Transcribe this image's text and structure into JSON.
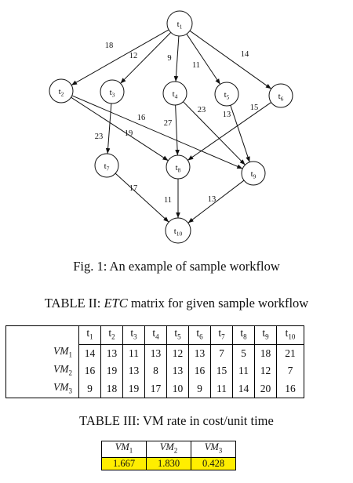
{
  "figure": {
    "nodes": [
      {
        "id": "t1",
        "base": "t",
        "sub": "1"
      },
      {
        "id": "t2",
        "base": "t",
        "sub": "2"
      },
      {
        "id": "t3",
        "base": "t",
        "sub": "3"
      },
      {
        "id": "t4",
        "base": "t",
        "sub": "4"
      },
      {
        "id": "t5",
        "base": "t",
        "sub": "5"
      },
      {
        "id": "t6",
        "base": "t",
        "sub": "6"
      },
      {
        "id": "t7",
        "base": "t",
        "sub": "7"
      },
      {
        "id": "t8",
        "base": "t",
        "sub": "8"
      },
      {
        "id": "t9",
        "base": "t",
        "sub": "9"
      },
      {
        "id": "t10",
        "base": "t",
        "sub": "10"
      }
    ],
    "edges": [
      {
        "from": "t1",
        "to": "t2",
        "weight": "18"
      },
      {
        "from": "t1",
        "to": "t3",
        "weight": "12"
      },
      {
        "from": "t1",
        "to": "t4",
        "weight": "9"
      },
      {
        "from": "t1",
        "to": "t5",
        "weight": "11"
      },
      {
        "from": "t1",
        "to": "t6",
        "weight": "14"
      },
      {
        "from": "t2",
        "to": "t8",
        "weight": "19"
      },
      {
        "from": "t2",
        "to": "t9",
        "weight": "16"
      },
      {
        "from": "t3",
        "to": "t7",
        "weight": "23"
      },
      {
        "from": "t4",
        "to": "t8",
        "weight": "27"
      },
      {
        "from": "t4",
        "to": "t9",
        "weight": "23"
      },
      {
        "from": "t5",
        "to": "t9",
        "weight": "13"
      },
      {
        "from": "t6",
        "to": "t8",
        "weight": "15"
      },
      {
        "from": "t7",
        "to": "t10",
        "weight": "17"
      },
      {
        "from": "t8",
        "to": "t10",
        "weight": "11"
      },
      {
        "from": "t9",
        "to": "t10",
        "weight": "13"
      }
    ],
    "caption": "Fig. 1: An example of sample workflow"
  },
  "table2": {
    "caption_prefix": "TABLE II: ",
    "caption_em": "ETC",
    "caption_suffix": " matrix for given sample workflow",
    "col_headers": [
      {
        "base": "t",
        "sub": "1"
      },
      {
        "base": "t",
        "sub": "2"
      },
      {
        "base": "t",
        "sub": "3"
      },
      {
        "base": "t",
        "sub": "4"
      },
      {
        "base": "t",
        "sub": "5"
      },
      {
        "base": "t",
        "sub": "6"
      },
      {
        "base": "t",
        "sub": "7"
      },
      {
        "base": "t",
        "sub": "8"
      },
      {
        "base": "t",
        "sub": "9"
      },
      {
        "base": "t",
        "sub": "10"
      }
    ],
    "rows": [
      {
        "label": {
          "base": "VM",
          "sub": "1"
        },
        "values": [
          "14",
          "13",
          "11",
          "13",
          "12",
          "13",
          "7",
          "5",
          "18",
          "21"
        ]
      },
      {
        "label": {
          "base": "VM",
          "sub": "2"
        },
        "values": [
          "16",
          "19",
          "13",
          "8",
          "13",
          "16",
          "15",
          "11",
          "12",
          "7"
        ]
      },
      {
        "label": {
          "base": "VM",
          "sub": "3"
        },
        "values": [
          "9",
          "18",
          "19",
          "17",
          "10",
          "9",
          "11",
          "14",
          "20",
          "16"
        ]
      }
    ]
  },
  "table3": {
    "caption": "TABLE III: VM rate in cost/unit time",
    "headers": [
      {
        "base": "VM",
        "sub": "1"
      },
      {
        "base": "VM",
        "sub": "2"
      },
      {
        "base": "VM",
        "sub": "3"
      }
    ],
    "values": [
      "1.667",
      "1.830",
      "0.428"
    ],
    "highlight_color": "#ffee00"
  }
}
